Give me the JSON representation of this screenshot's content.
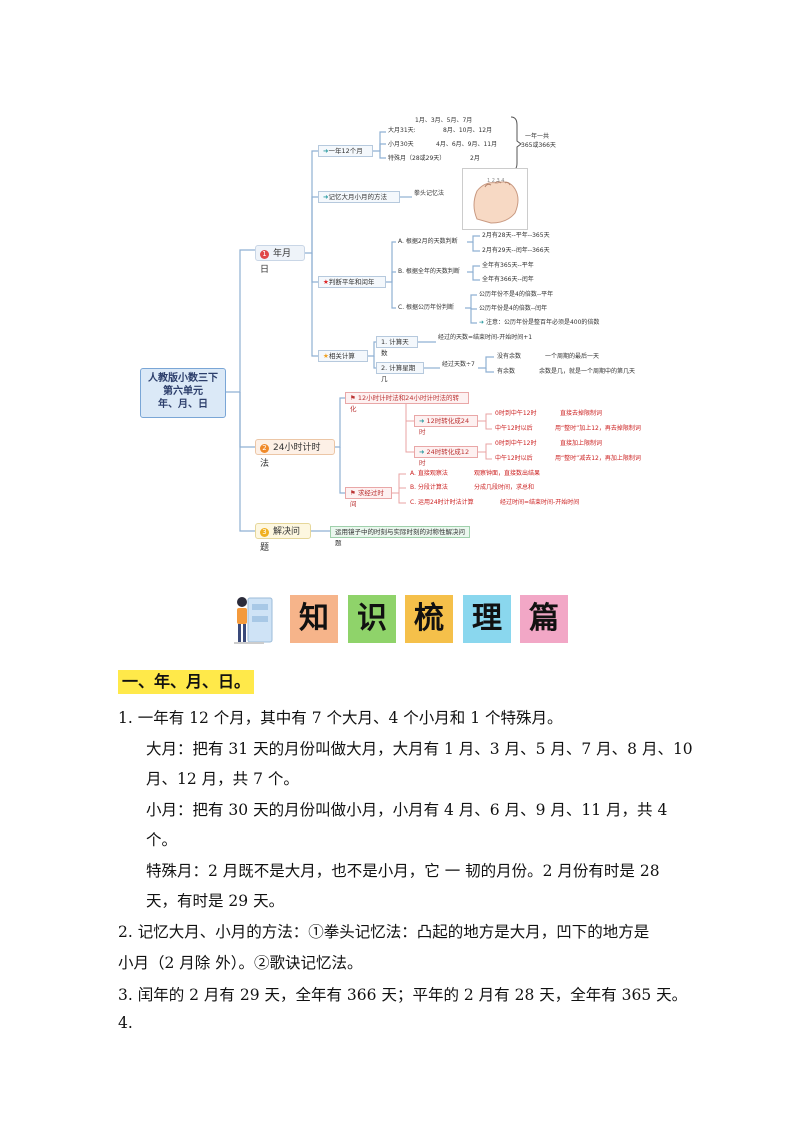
{
  "mindmap": {
    "root": [
      "人教版小数三下",
      "第六单元",
      "年、月、日"
    ],
    "branches": [
      {
        "label": "年月日",
        "num": "1"
      },
      {
        "label": "24小时计时法",
        "num": "2"
      },
      {
        "label": "解决问题",
        "num": "3"
      }
    ],
    "year_subs": {
      "months12": "一年12个月",
      "memory": "记忆大月小月的方法",
      "leap": "判断平年和闰年",
      "calc": "相关计算"
    },
    "months": {
      "big_label": "大月31天:",
      "big_list1": "1月、3月、5月、7月",
      "big_list2": "8月、10月、12月",
      "small_label": "小月30天",
      "small_list": "4月、6月、9月、11月",
      "special_label": "特殊月（28或29天）",
      "special_list": "2月",
      "total1": "一年一共",
      "total2": "365或366天"
    },
    "fist_label": "拳头记忆法",
    "leap_rules": {
      "a": "A. 根据2月的天数判断",
      "a1": "2月有28天--平年--365天",
      "a2": "2月有29天--闰年--366天",
      "b": "B. 根据全年的天数判断",
      "b1": "全年有365天--平年",
      "b2": "全年有366天--闰年",
      "c": "C. 根据公历年份判断",
      "c1": "公历年份不是4的倍数--平年",
      "c2": "公历年份是4的倍数--闰年",
      "c3": "注意：公历年份是整百年必须是400的倍数"
    },
    "calc_items": {
      "days": "1. 计算天数",
      "days_rule": "经过的天数=结束时间-开始时间+1",
      "week": "2. 计算星期几",
      "week_rule": "经过天数÷7",
      "no_rem": "没有余数",
      "no_rem_rule": "一个周期的最后一天",
      "rem": "有余数",
      "rem_rule": "余数是几，就是一个周期中的第几天"
    },
    "h24": {
      "convert": "12小时计时法和24小时计时法的转化",
      "to24": "12时转化成24时",
      "to12": "24时转化成12时",
      "r1a": "0时到中午12时",
      "r1b": "直接去掉限制词",
      "r2a": "中午12时以后",
      "r2b": "用“整时”加上12，再去掉限制词",
      "r3a": "0时到中午12时",
      "r3b": "直接加上限制词",
      "r4a": "中午12时以后",
      "r4b": "用“整时”减去12，再加上限制词",
      "elapsed": "求经过时间",
      "ea": "A. 直接观察法",
      "ea1": "观察钟面，直接数出结果",
      "eb": "B. 分段计算法",
      "eb1": "分成几段时间，求总和",
      "ec": "C. 运用24时计时法计算",
      "ec1": "经过时间=结束时间-开始时间"
    },
    "solve": "运用镜子中的时刻与实际时刻的对称性解决问题"
  },
  "banner": {
    "chars": [
      "知",
      "识",
      "梳",
      "理",
      "篇"
    ],
    "colors": [
      "#f6b48a",
      "#8fd36a",
      "#f5c04a",
      "#8ad7ee",
      "#f2a7c6"
    ]
  },
  "section": {
    "heading": "一、年、月、日。",
    "lines": [
      "1.  一年有 12 个月，其中有 7 个大月、4 个小月和 1 个特殊月。",
      "大月：把有 31 天的月份叫做大月，大月有 1 月、3 月、5 月、7 月、8 月、10",
      "月、12 月，共 7 个。",
      "小月：把有 30 天的月份叫做小月，小月有 4 月、6 月、9 月、11 月，共 4",
      "个。",
      "特殊月：2 月既不是大月，也不是小月，它  一  韧的月份。2 月份有时是 28",
      "天，有时是 29 天。",
      "2.  记忆大月、小月的方法：①拳头记忆法：凸起的地方是大月，凹下的地方是",
      "小月（2 月除  外）。②歌诀记忆法。",
      "3.  闰年的 2 月有 29 天，全年有 366 天；平年的 2 月有 28 天，全年有 365 天。",
      "4."
    ]
  }
}
